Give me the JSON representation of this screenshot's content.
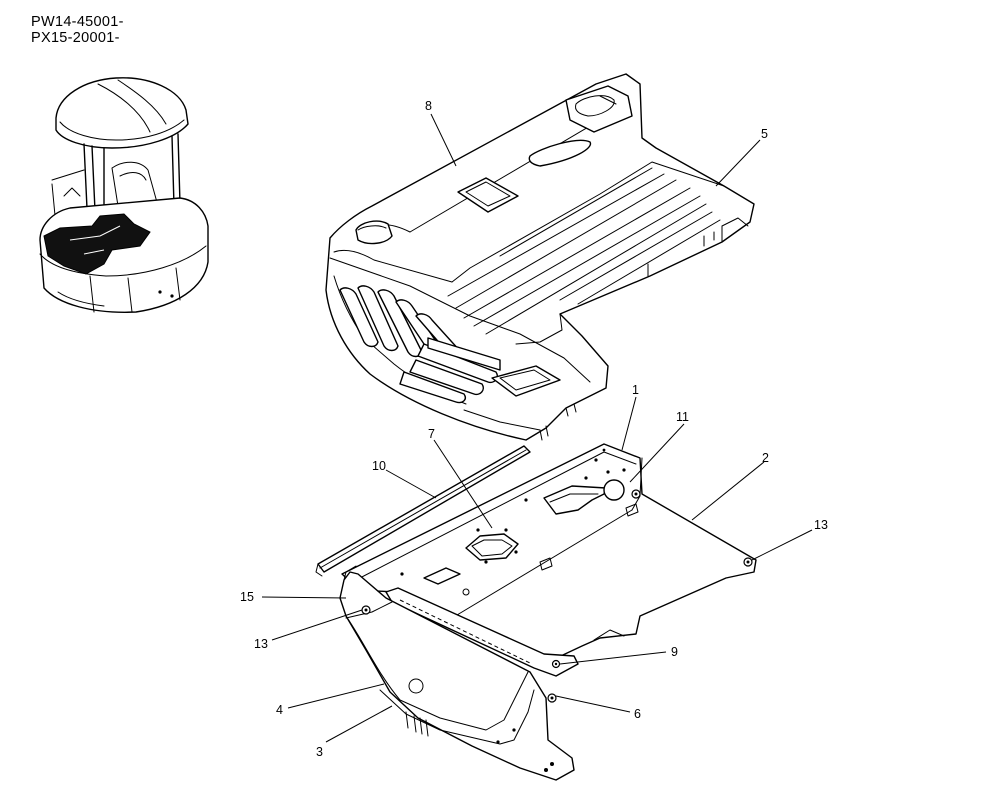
{
  "serial_ranges": [
    "PW14-45001-",
    "PX15-20001-"
  ],
  "callouts": [
    {
      "id": "1",
      "label": "1"
    },
    {
      "id": "2",
      "label": "2"
    },
    {
      "id": "3",
      "label": "3"
    },
    {
      "id": "4",
      "label": "4"
    },
    {
      "id": "5",
      "label": "5"
    },
    {
      "id": "6",
      "label": "6"
    },
    {
      "id": "7",
      "label": "7"
    },
    {
      "id": "8",
      "label": "8"
    },
    {
      "id": "9",
      "label": "9"
    },
    {
      "id": "10",
      "label": "10"
    },
    {
      "id": "11",
      "label": "11"
    },
    {
      "id": "13a",
      "label": "13"
    },
    {
      "id": "13b",
      "label": "13"
    },
    {
      "id": "15",
      "label": "15"
    }
  ]
}
